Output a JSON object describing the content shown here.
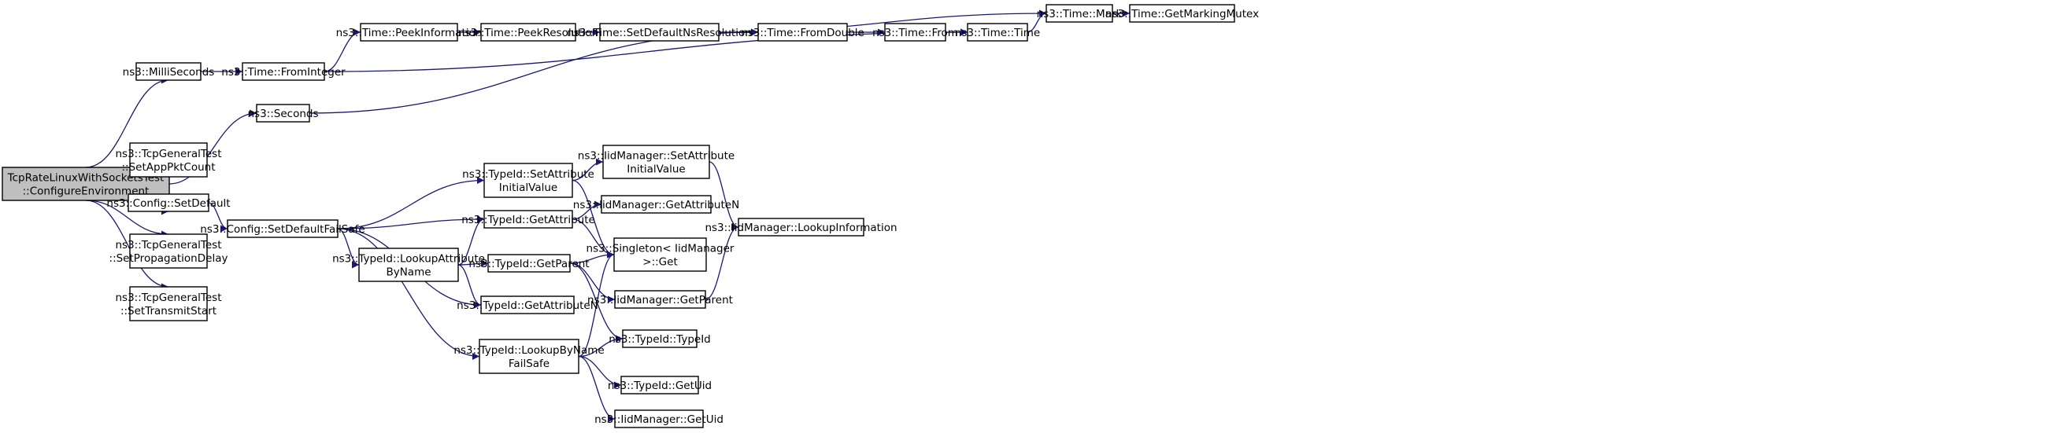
{
  "graph": {
    "title": "",
    "edge_color": "#191970",
    "root_fill": "#bfbfbf",
    "nodes": [
      {
        "id": "root",
        "lines": [
          "TcpRateLinuxWithSocketsTest",
          "::ConfigureEnvironment"
        ],
        "root": true
      },
      {
        "id": "ms",
        "lines": [
          "ns3::MilliSeconds"
        ]
      },
      {
        "id": "sec",
        "lines": [
          "ns3::Seconds"
        ]
      },
      {
        "id": "appPkt",
        "lines": [
          "ns3::TcpGeneralTest",
          "::SetAppPktCount"
        ]
      },
      {
        "id": "cfgDef",
        "lines": [
          "ns3::Config::SetDefault"
        ]
      },
      {
        "id": "propDelay",
        "lines": [
          "ns3::TcpGeneralTest",
          "::SetPropagationDelay"
        ]
      },
      {
        "id": "txStart",
        "lines": [
          "ns3::TcpGeneralTest",
          "::SetTransmitStart"
        ]
      },
      {
        "id": "fromInt",
        "lines": [
          "ns3::Time::FromInteger"
        ]
      },
      {
        "id": "cfgDefFS",
        "lines": [
          "ns3::Config::SetDefaultFailSafe"
        ]
      },
      {
        "id": "peekInfo",
        "lines": [
          "ns3::Time::PeekInformation"
        ]
      },
      {
        "id": "peekRes",
        "lines": [
          "ns3::Time::PeekResolution"
        ]
      },
      {
        "id": "setDefNs",
        "lines": [
          "ns3::Time::SetDefaultNsResolution"
        ]
      },
      {
        "id": "fromDouble",
        "lines": [
          "ns3::Time::FromDouble"
        ]
      },
      {
        "id": "from",
        "lines": [
          "ns3::Time::From"
        ]
      },
      {
        "id": "timeTime",
        "lines": [
          "ns3::Time::Time"
        ]
      },
      {
        "id": "mark",
        "lines": [
          "ns3::Time::Mark"
        ]
      },
      {
        "id": "mutex",
        "lines": [
          "ns3::Time::GetMarkingMutex"
        ]
      },
      {
        "id": "setAttrInit",
        "lines": [
          "ns3::TypeId::SetAttribute",
          "InitialValue"
        ]
      },
      {
        "id": "getAttr",
        "lines": [
          "ns3::TypeId::GetAttribute"
        ]
      },
      {
        "id": "lookupAttr",
        "lines": [
          "ns3::TypeId::LookupAttribute",
          "ByName"
        ]
      },
      {
        "id": "getParent",
        "lines": [
          "ns3::TypeId::GetParent"
        ]
      },
      {
        "id": "getAttrN",
        "lines": [
          "ns3::TypeId::GetAttributeN"
        ]
      },
      {
        "id": "lookupName",
        "lines": [
          "ns3::TypeId::LookupByName",
          "FailSafe"
        ]
      },
      {
        "id": "iidSetAttr",
        "lines": [
          "ns3::IidManager::SetAttribute",
          "InitialValue"
        ]
      },
      {
        "id": "iidGetAttrN",
        "lines": [
          "ns3::IidManager::GetAttributeN"
        ]
      },
      {
        "id": "singleton",
        "lines": [
          "ns3::Singleton< IidManager",
          ">::Get"
        ]
      },
      {
        "id": "iidGetParent",
        "lines": [
          "ns3::IidManager::GetParent"
        ]
      },
      {
        "id": "typeId",
        "lines": [
          "ns3::TypeId::TypeId"
        ]
      },
      {
        "id": "getUid",
        "lines": [
          "ns3::TypeId::GetUid"
        ]
      },
      {
        "id": "iidGetUid",
        "lines": [
          "ns3::IidManager::GetUid"
        ]
      },
      {
        "id": "lookupInfo",
        "lines": [
          "ns3::IidManager::LookupInformation"
        ]
      }
    ],
    "edges": [
      [
        "root",
        "ms"
      ],
      [
        "root",
        "sec"
      ],
      [
        "root",
        "appPkt"
      ],
      [
        "root",
        "cfgDef"
      ],
      [
        "root",
        "propDelay"
      ],
      [
        "root",
        "txStart"
      ],
      [
        "ms",
        "fromInt"
      ],
      [
        "fromInt",
        "peekInfo"
      ],
      [
        "fromInt",
        "timeTime"
      ],
      [
        "peekInfo",
        "peekRes"
      ],
      [
        "peekRes",
        "setDefNs"
      ],
      [
        "setDefNs",
        "fromDouble"
      ],
      [
        "setDefNs",
        "mark"
      ],
      [
        "fromDouble",
        "from"
      ],
      [
        "from",
        "timeTime"
      ],
      [
        "timeTime",
        "mark"
      ],
      [
        "mark",
        "mutex"
      ],
      [
        "sec",
        "fromDouble"
      ],
      [
        "cfgDef",
        "cfgDefFS"
      ],
      [
        "cfgDefFS",
        "setAttrInit"
      ],
      [
        "cfgDefFS",
        "getAttr"
      ],
      [
        "cfgDefFS",
        "lookupAttr"
      ],
      [
        "cfgDefFS",
        "getAttrN"
      ],
      [
        "cfgDefFS",
        "lookupName"
      ],
      [
        "setAttrInit",
        "iidSetAttr"
      ],
      [
        "setAttrInit",
        "singleton"
      ],
      [
        "getAttr",
        "iidGetAttrN"
      ],
      [
        "getAttr",
        "singleton"
      ],
      [
        "lookupAttr",
        "getAttr"
      ],
      [
        "lookupAttr",
        "getParent"
      ],
      [
        "lookupAttr",
        "getAttrN"
      ],
      [
        "getParent",
        "singleton"
      ],
      [
        "getParent",
        "iidGetParent"
      ],
      [
        "getParent",
        "typeId"
      ],
      [
        "lookupName",
        "singleton"
      ],
      [
        "lookupName",
        "typeId"
      ],
      [
        "lookupName",
        "getUid"
      ],
      [
        "lookupName",
        "iidGetUid"
      ],
      [
        "iidSetAttr",
        "lookupInfo"
      ],
      [
        "iidGetParent",
        "lookupInfo"
      ]
    ]
  }
}
